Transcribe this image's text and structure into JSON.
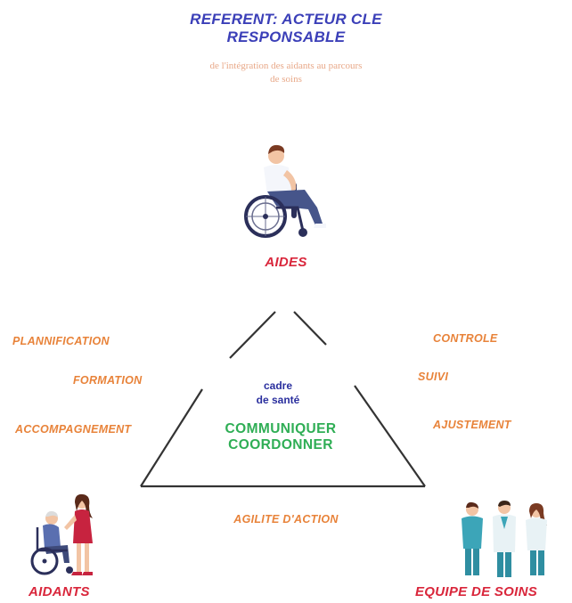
{
  "header": {
    "title_line1": "REFERENT: ACTEUR CLE",
    "title_line2": "RESPONSABLE",
    "subtitle_line1": "de l'intégration des aidants au parcours",
    "subtitle_line2": "de soins"
  },
  "nodes": {
    "top": "AIDES",
    "bottom_left": "AIDANTS",
    "bottom_right": "EQUIPE DE SOINS"
  },
  "center": {
    "role_line1": "cadre",
    "role_line2": "de santé",
    "action_line1": "COMMUNIQUER",
    "action_line2": "COORDONNER"
  },
  "left_actions": [
    "PLANNIFICATION",
    "FORMATION",
    "ACCOMPAGNEMENT"
  ],
  "right_actions": [
    "CONTROLE",
    "SUIVI",
    "AJUSTEMENT"
  ],
  "bottom_action": "AGILITE D'ACTION",
  "colors": {
    "title": "#3b3fb8",
    "actions": "#e8833a",
    "nodes": "#d9263b",
    "role": "#2a2f9e",
    "center_actions": "#2fae55"
  },
  "icons": {
    "top": "wheelchair-patient-icon",
    "bottom_left": "caregiver-with-elderly-icon",
    "bottom_right": "medical-team-icon"
  }
}
